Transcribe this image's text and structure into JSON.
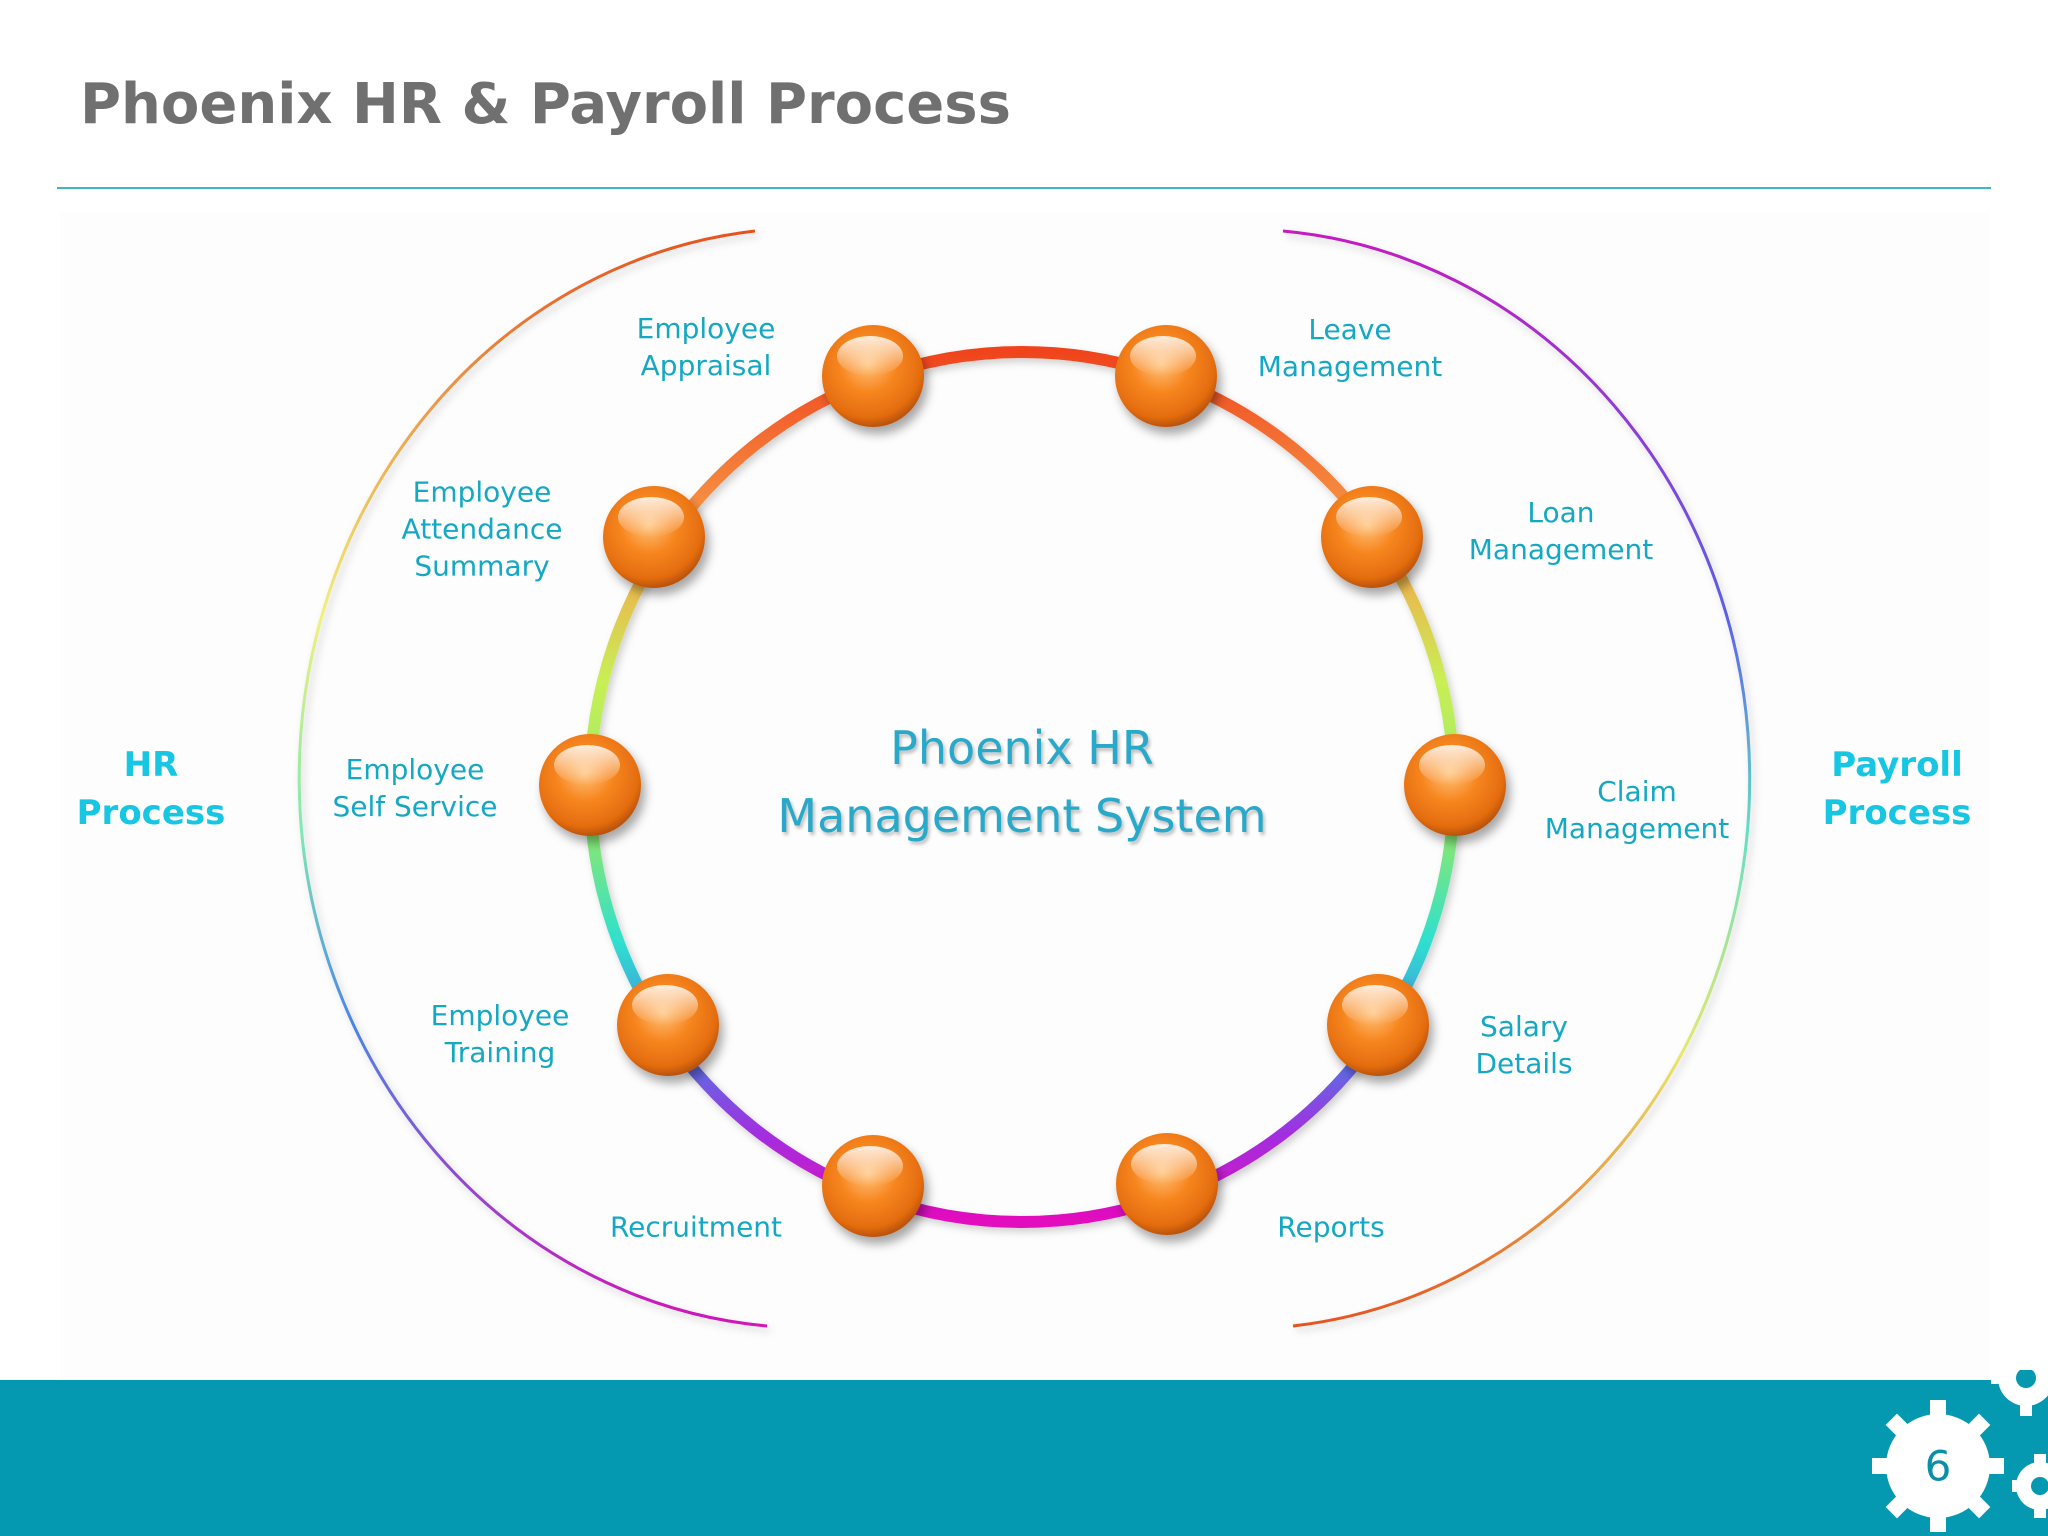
{
  "slide": {
    "title": "Phoenix HR & Payroll Process",
    "page_number": "6"
  },
  "diagram": {
    "center_title": "Phoenix HR\nManagement System",
    "left_group": "HR\nProcess",
    "right_group": "Payroll\nProcess",
    "nodes": [
      {
        "label": "Employee\nAppraisal"
      },
      {
        "label": "Leave\nManagement"
      },
      {
        "label": "Employee\nAttendance\nSummary"
      },
      {
        "label": "Loan\nManagement"
      },
      {
        "label": "Employee\nSelf Service"
      },
      {
        "label": "Claim\nManagement"
      },
      {
        "label": "Employee\nTraining"
      },
      {
        "label": "Salary\nDetails"
      },
      {
        "label": "Recruitment"
      },
      {
        "label": "Reports"
      }
    ]
  },
  "colors": {
    "title": "#707070",
    "label": "#14a8c4",
    "group_label": "#16c6e3",
    "node": "#f5821f",
    "footer": "#0499b1"
  },
  "icons": [
    "gear-icon"
  ]
}
